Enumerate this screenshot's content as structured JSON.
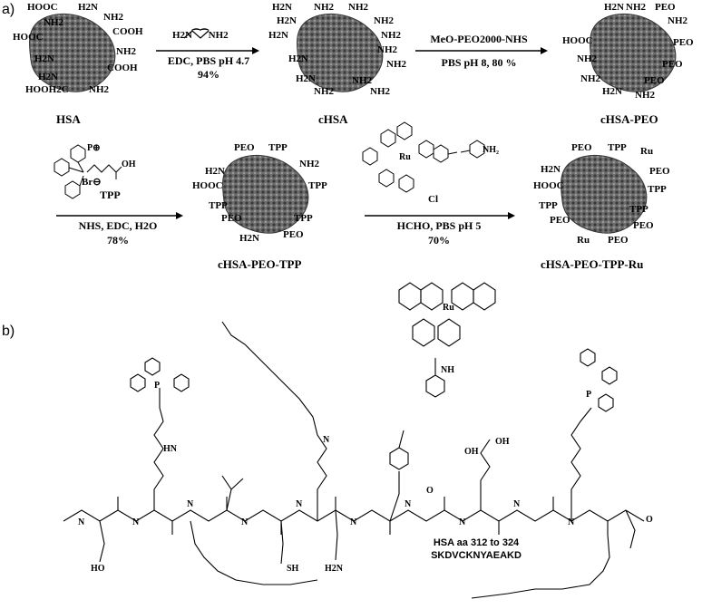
{
  "panels": {
    "a": "a)",
    "b": "b)"
  },
  "row1": {
    "hsa": {
      "name": "HSA",
      "labels": [
        "HOOC",
        "H2N",
        "NH2",
        "HOOC",
        "COOH",
        "NH2",
        "H2N",
        "NH2",
        "COOH",
        "H2N",
        "HOOH2C",
        "NH2"
      ]
    },
    "step1": {
      "reagent": "H2N⁀⁀NH2",
      "conditions": "EDC, PBS pH 4.7",
      "yield": "94%"
    },
    "chsa": {
      "name": "cHSA",
      "labels": [
        "H2N",
        "H2N",
        "NH2",
        "NH2",
        "NH2",
        "H2N",
        "NH2",
        "NH2",
        "H2N",
        "NH2",
        "H2N",
        "NH2",
        "NH2",
        "NH2"
      ]
    },
    "step2": {
      "reagent": "MeO-PEO2000-NHS",
      "conditions": "PBS pH 8, 80 %"
    },
    "chsa_peo": {
      "name": "cHSA-PEO",
      "labels": [
        "H2N",
        "NH2",
        "PEO",
        "NH2",
        "HOOC",
        "PEO",
        "NH2",
        "PEO",
        "NH2",
        "PEO",
        "H2N",
        "NH2"
      ]
    }
  },
  "row2": {
    "step3": {
      "reagent": "TPP",
      "conditions": "NHS, EDC, H2O",
      "yield": "78%"
    },
    "chsa_peo_tpp": {
      "name": "cHSA-PEO-TPP",
      "labels": [
        "PEO",
        "TPP",
        "H2N",
        "NH2",
        "HOOC",
        "TPP",
        "TPP",
        "TPP",
        "PEO",
        "H2N",
        "PEO"
      ]
    },
    "step4": {
      "reagent": "Cl",
      "conditions": "HCHO, PBS pH 5",
      "yield": "70%"
    },
    "chsa_peo_tpp_ru": {
      "name": "cHSA-PEO-TPP-Ru",
      "labels": [
        "PEO",
        "TPP",
        "Ru",
        "H2N",
        "PEO",
        "HOOC",
        "TPP",
        "TPP",
        "TPP",
        "PEO",
        "PEO",
        "Ru",
        "PEO"
      ]
    }
  },
  "peptide": {
    "line1": "HSA aa 312 to 324",
    "line2": "SKDVCKNYAEAKD",
    "atoms": [
      "N",
      "N",
      "N",
      "N",
      "N",
      "N",
      "N",
      "N",
      "N",
      "N",
      "HO",
      "SH",
      "H2N",
      "O",
      "OH",
      "HN",
      "NH",
      "N",
      "P",
      "P",
      "Ru",
      "OH",
      "O"
    ]
  }
}
